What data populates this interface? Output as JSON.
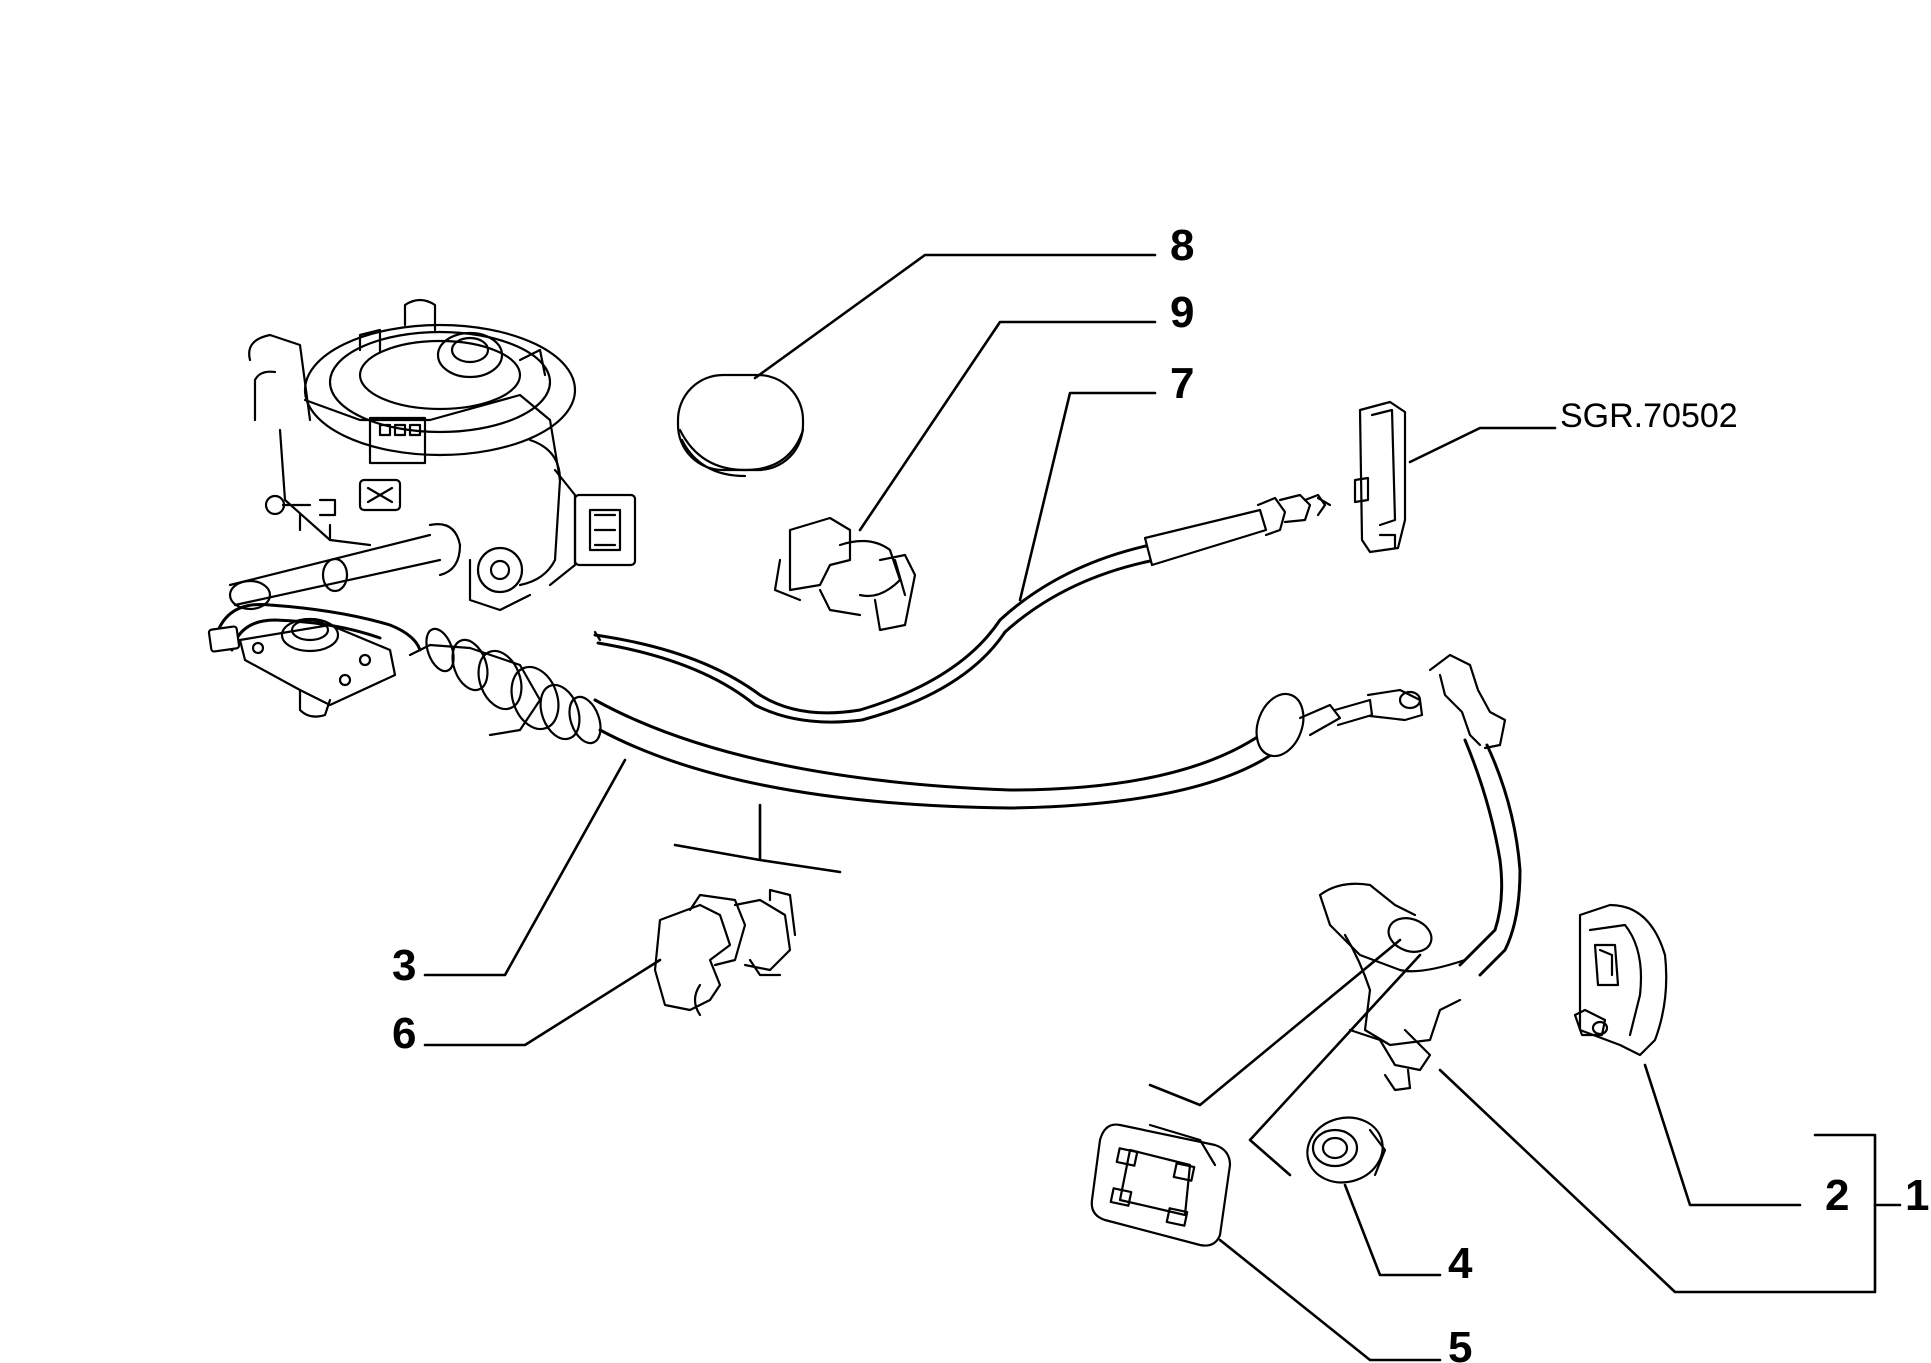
{
  "diagram_code": "SGR.70502",
  "callouts": {
    "c1": "1",
    "c2": "2",
    "c3": "3",
    "c4": "4",
    "c5": "5",
    "c6": "6",
    "c7": "7",
    "c8": "8",
    "c9": "9"
  }
}
